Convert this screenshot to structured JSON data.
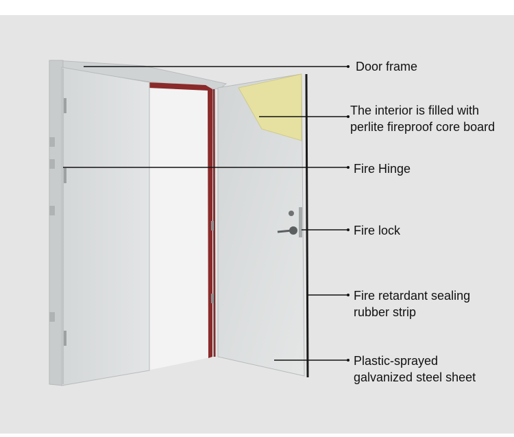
{
  "colors": {
    "background": "#e5e5e5",
    "door": "#dcdfe0",
    "door_shadow": "#c9cccd",
    "frame_red": "#8a2a2a",
    "core_board": "#e6e1a0",
    "line": "#111111",
    "text": "#111111"
  },
  "labels": {
    "door_frame": "Door frame",
    "interior_line1": "The interior is filled with",
    "interior_line2": "perlite fireproof core board",
    "fire_hinge": "Fire Hinge",
    "fire_lock": "Fire lock",
    "sealing_line1": "Fire retardant sealing",
    "sealing_line2": "rubber strip",
    "steel_line1": "Plastic-sprayed",
    "steel_line2": "galvanized steel sheet"
  }
}
